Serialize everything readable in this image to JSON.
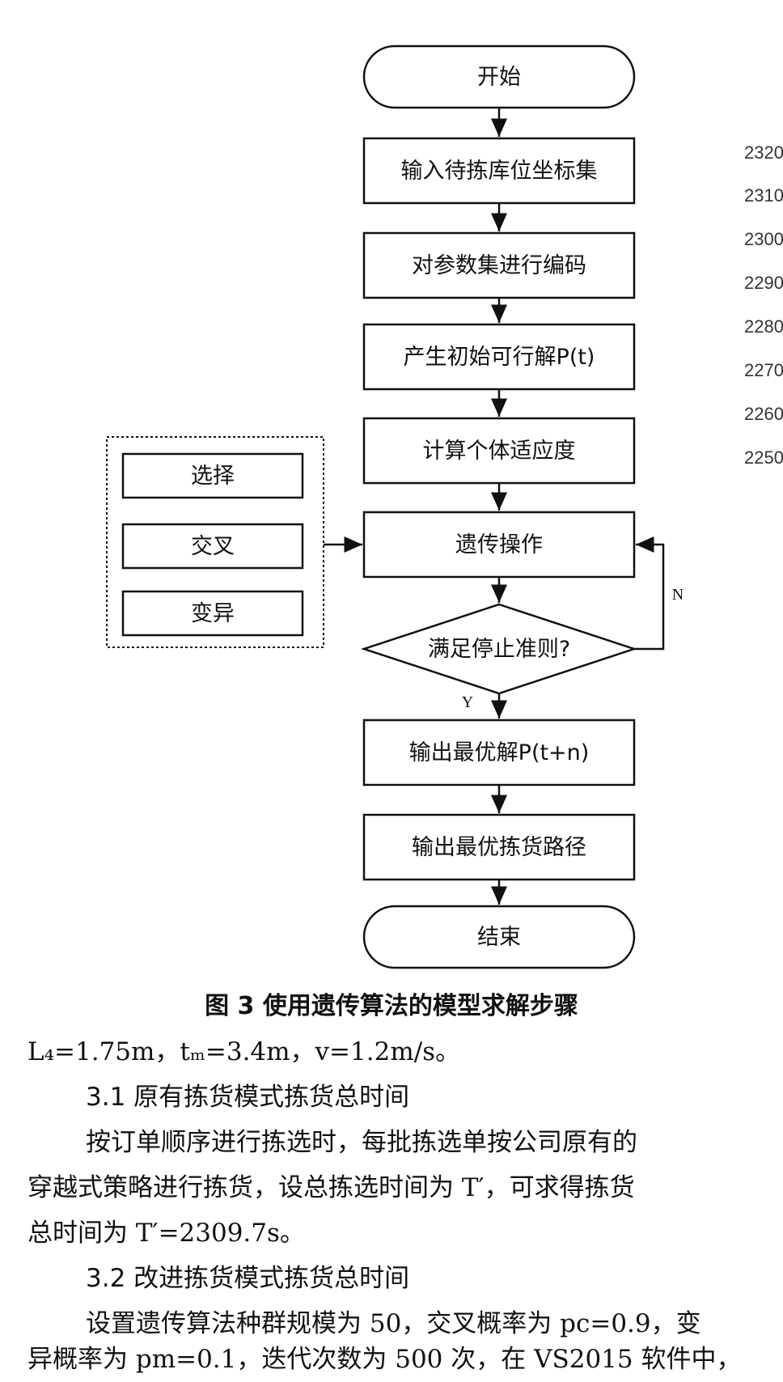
{
  "flowchart": {
    "start": "开始",
    "input": "输入待拣库位坐标集",
    "encode": "对参数集进行编码",
    "init": "产生初始可行解P(t)",
    "fitness": "计算个体适应度",
    "operate": "遗传操作",
    "ops": [
      "选择",
      "交叉",
      "变异"
    ],
    "decision": "满足停止准则?",
    "no_label": "N",
    "yes_label": "Y",
    "output_solution": "输出最优解P(t+n)",
    "output_path": "输出最优拣货路径",
    "end": "结束"
  },
  "side_axis_ticks": [
    "2320",
    "2310",
    "2300",
    "2290",
    "2280",
    "2270",
    "2260",
    "2250"
  ],
  "caption": "图 3 使用遗传算法的模型求解步骤",
  "text": {
    "params_line": "L₄=1.75m，tₘ=3.4m，v=1.2m/s。",
    "sec31_num": "3.1",
    "sec31_title": "原有拣货模式拣货总时间",
    "p1_l1": "按订单顺序进行拣选时，每批拣选单按公司原有的",
    "p1_l2": "穿越式策略进行拣货，设总拣选时间为 T′，可求得拣货",
    "p1_l3": "总时间为 T′=2309.7s。",
    "sec32_num": "3.2",
    "sec32_title": "改进拣货模式拣货总时间",
    "p2_l1": "设置遗传算法种群规模为 50，交叉概率为 pc=0.9，变",
    "p2_l2": "异概率为 pm=0.1，迭代次数为 500 次，在 VS2015 软件中，"
  }
}
